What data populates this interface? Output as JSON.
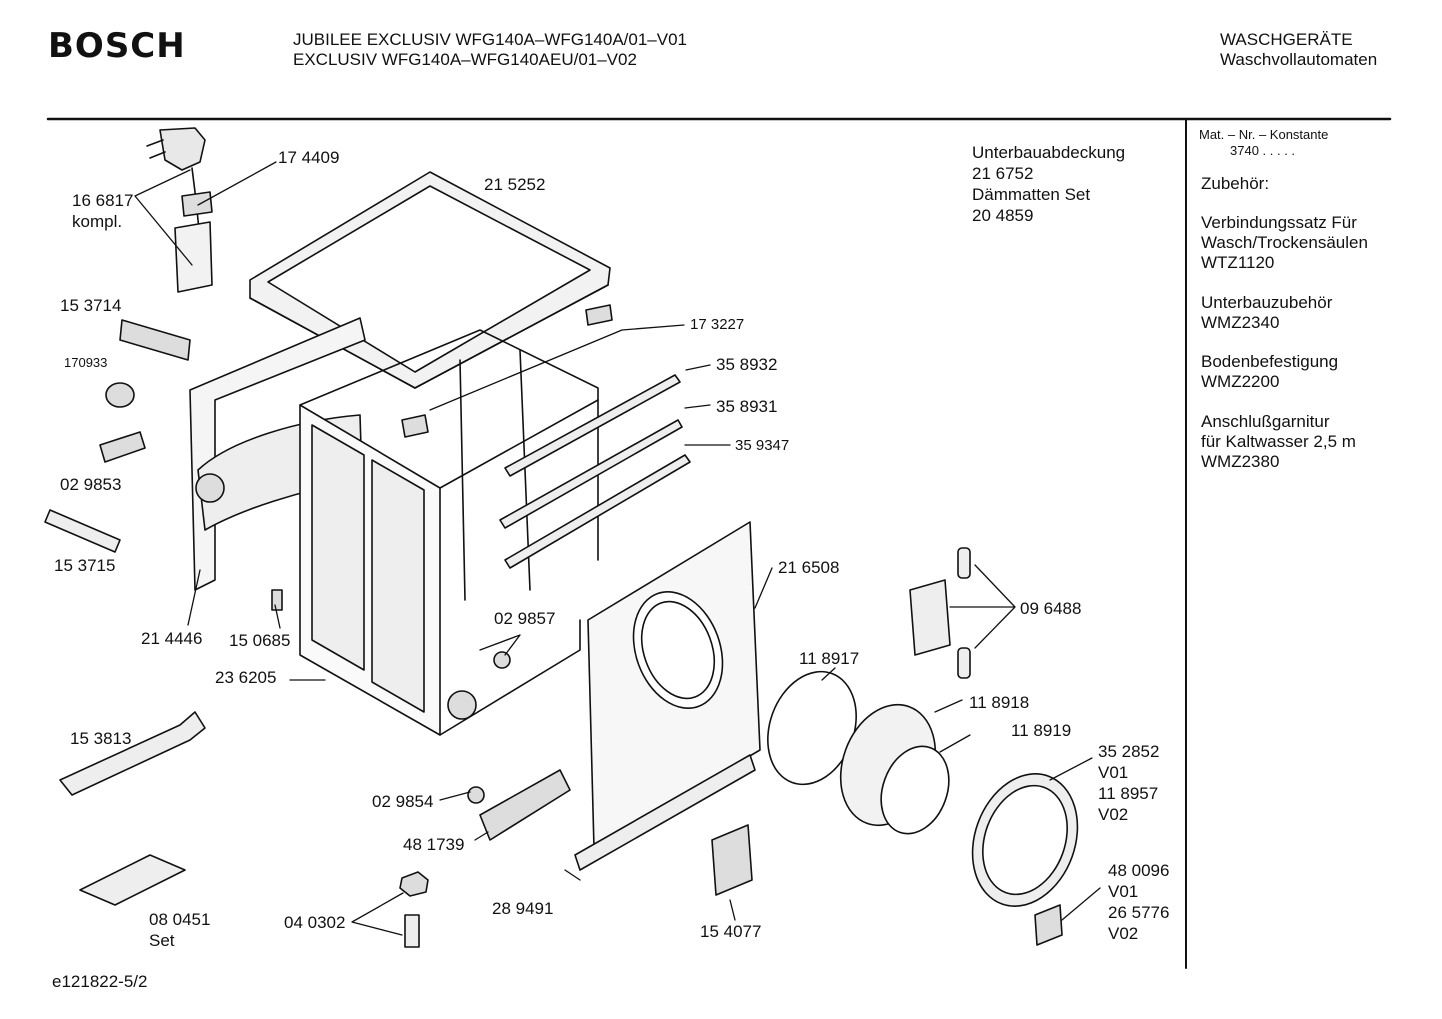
{
  "header": {
    "logo": "BOSCH",
    "model_line1": "JUBILEE EXCLUSIV WFG140A–WFG140A/01–V01",
    "model_line2": "EXCLUSIV WFG140A–WFG140AEU/01–V02",
    "category_line1": "WASCHGERÄTE",
    "category_line2": "Waschvollautomaten"
  },
  "sidebar": {
    "constant_label": "Mat. – Nr. – Konstante",
    "constant_value": "3740  .  .  .  .  .",
    "accessories_title": "Zubehör:",
    "acc1_line1": "Verbindungssatz Für",
    "acc1_line2": "Wasch/Trockensäulen",
    "acc1_line3": "WTZ1120",
    "acc2_line1": "Unterbauzubehör",
    "acc2_line2": "WMZ2340",
    "acc3_line1": "Bodenbefestigung",
    "acc3_line2": "WMZ2200",
    "acc4_line1": "Anschlußgarnitur",
    "acc4_line2": "für Kaltwasser 2,5 m",
    "acc4_line3": "WMZ2380"
  },
  "notes": {
    "n1": "Unterbauabdeckung",
    "n2": "21 6752",
    "n3": "Dämmatten Set",
    "n4": "20 4859"
  },
  "parts": {
    "p174409": "17 4409",
    "p166817": "16 6817",
    "kompl": "kompl.",
    "p215252": "21 5252",
    "p153714": "15 3714",
    "p170933": "170933",
    "p173227": "17 3227",
    "p358932": "35 8932",
    "p358931": "35 8931",
    "p359347": "35 9347",
    "p029853": "02 9853",
    "p153715": "15 3715",
    "p216508": "21 6508",
    "p096488": "09 6488",
    "p214446": "21 4446",
    "p150685": "15 0685",
    "p029857": "02 9857",
    "p118917": "11 8917",
    "p236205": "23 6205",
    "p118918": "11 8918",
    "p118919": "11 8919",
    "p153813": "15 3813",
    "p352852": "35 2852",
    "v01a": "V01",
    "p118957": "11 8957",
    "v02a": "V02",
    "p029854": "02 9854",
    "p481739": "48 1739",
    "p480096": "48 0096",
    "v01b": "V01",
    "p265776": "26 5776",
    "v02b": "V02",
    "p080451": "08 0451",
    "set": "Set",
    "p040302": "04 0302",
    "p289491": "28 9491",
    "p154077": "15 4077"
  },
  "footer": {
    "diagram_id": "e121822-5/2"
  }
}
